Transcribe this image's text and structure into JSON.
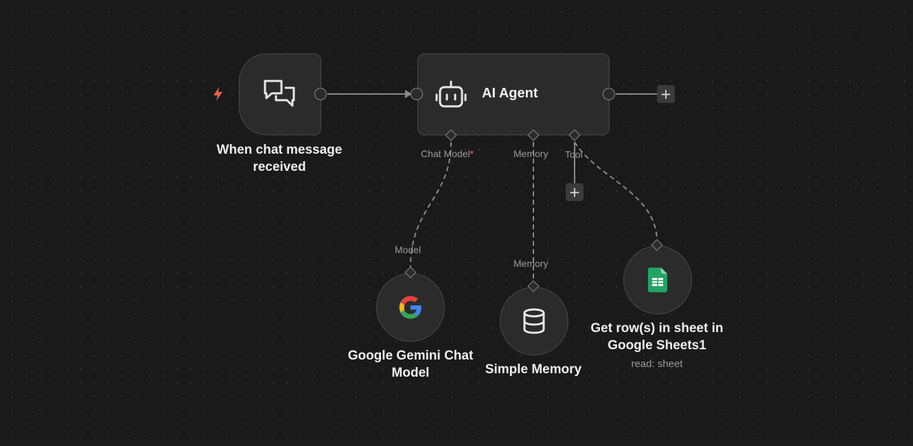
{
  "nodes": {
    "trigger": {
      "title": "When chat message received",
      "icon": "chat-bubbles-icon"
    },
    "agent": {
      "title": "AI Agent",
      "icon": "robot-icon"
    },
    "gemini": {
      "title": "Google Gemini Chat Model",
      "icon": "google-g-icon"
    },
    "memory": {
      "title": "Simple Memory",
      "icon": "database-icon"
    },
    "sheets": {
      "title": "Get row(s) in sheet in Google Sheets1",
      "subtitle": "read: sheet",
      "icon": "google-sheets-icon"
    }
  },
  "ports": {
    "chat_model": "Chat Model",
    "chat_model_required": "*",
    "memory": "Memory",
    "tool": "Tool",
    "model_in": "Model",
    "memory_in": "Memory"
  },
  "buttons": {
    "add": "+"
  },
  "colors": {
    "background": "#1a1a1a",
    "node_bg": "#2b2b2b",
    "trigger_bolt": "#e8634a",
    "required": "#ff6b6b",
    "sheets_green": "#21a464"
  }
}
